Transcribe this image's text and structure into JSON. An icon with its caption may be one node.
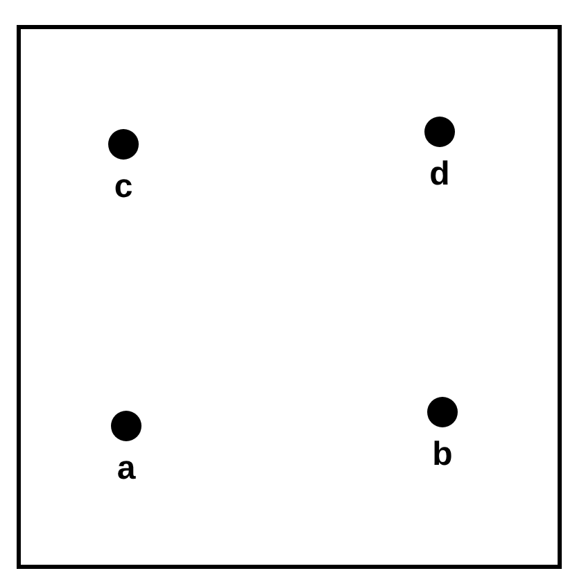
{
  "diagram": {
    "nodes": [
      {
        "text": [],
        "shape": "box"
      },
      {
        "text": [],
        "shape": "circle",
        "in": 0,
        "beside": [
          "c"
        ]
      },
      {
        "text": [],
        "shape": "circle",
        "in": 0,
        "beside": [
          "d"
        ]
      },
      {
        "text": [],
        "shape": "circle",
        "in": 0,
        "beside": [
          "a"
        ]
      },
      {
        "text": [],
        "shape": "circle",
        "in": 0,
        "beside": [
          "b"
        ]
      }
    ]
  }
}
